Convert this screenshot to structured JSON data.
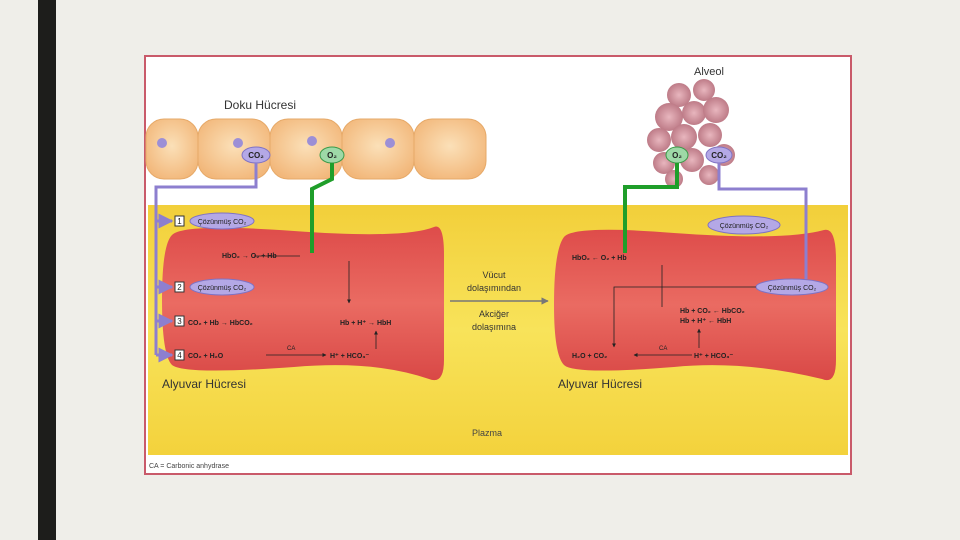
{
  "labels": {
    "doku_hucresi": "Doku Hücresi",
    "alveol": "Alveol",
    "alyuvar_left": "Alyuvar Hücresi",
    "alyuvar_right": "Alyuvar Hücresi",
    "vucut_1": "Vücut",
    "vucut_2": "dolaşımından",
    "akciger_1": "Akciğer",
    "akciger_2": "dolaşımına",
    "plazma": "Plazma",
    "footnote": "CA = Carbonic anhydrase"
  },
  "tissue": {
    "co2": "CO₂",
    "o2": "O₂"
  },
  "alveolus": {
    "o2": "O₂",
    "co2": "CO₂"
  },
  "left_rbc": {
    "hbo2_o2_hb": "HbO₂ → O₂ + Hb",
    "dissolved_top": "Çözünmüş CO₂",
    "dissolved_mid": "Çözünmüş CO₂",
    "hbco2_reaction": "CO₂ + Hb → HbCO₂",
    "hbh_reaction": "Hb + H⁺ → HbH",
    "hco3_reaction": "CO₂ + H₂O",
    "hco3_products": "H⁺ + HCO₃⁻",
    "ca": "CA",
    "num_1": "1",
    "num_2": "2",
    "num_3": "3",
    "num_4": "4"
  },
  "right_rbc": {
    "hbo2_o2_hb": "HbO₂ ← O₂ + Hb",
    "dissolved_top": "Çözünmüş CO₂",
    "dissolved_mid": "Çözünmüş CO₂",
    "hbco2_reaction": "Hb + CO₂ ← HbCO₂",
    "hbh_reaction": "Hb + H⁺ ← HbH",
    "hco3_reaction": "H₂O + CO₂",
    "hco3_products": "H⁺ + HCO₃⁻",
    "ca": "CA"
  },
  "colors": {
    "plasma": "#f6e04a",
    "rbc": "#e45955",
    "tissue_cell": "#f6c894",
    "purple_path": "#8d7fcf",
    "green_path": "#1f9e2a",
    "border": "#c95a6a"
  }
}
